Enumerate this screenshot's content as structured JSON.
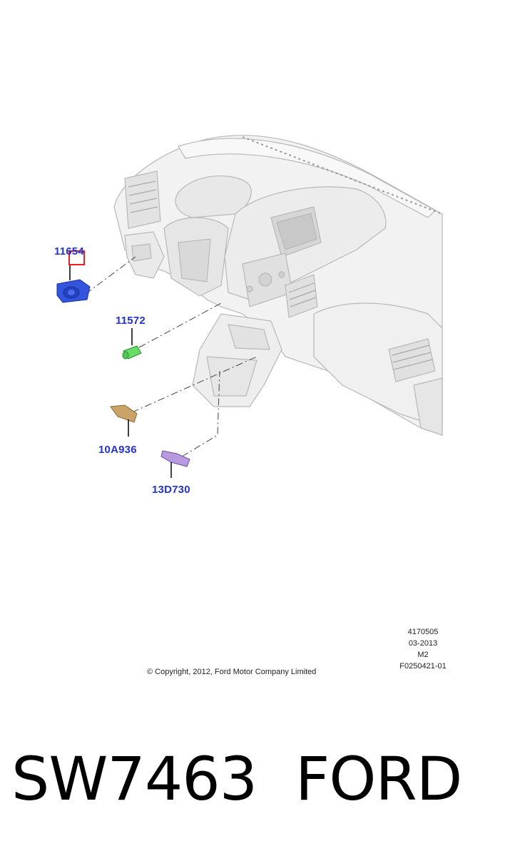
{
  "parts": {
    "p11654": "11654",
    "p11572": "11572",
    "p10A936": "10A936",
    "p13D730": "13D730"
  },
  "drawing_info": {
    "number": "4170505",
    "date": "03-2013",
    "rev": "M2",
    "figure": "F0250421-01"
  },
  "copyright": "© Copyright, 2012, Ford Motor Company Limited",
  "footer": {
    "code": "SW7463",
    "brand": "FORD"
  },
  "colors": {
    "label": "#2233cc",
    "part_11654": "#3355dd",
    "part_11572": "#66dd66",
    "part_10A936": "#c9a468",
    "part_13D730": "#b89ae0",
    "highlight": "#e8202a"
  }
}
